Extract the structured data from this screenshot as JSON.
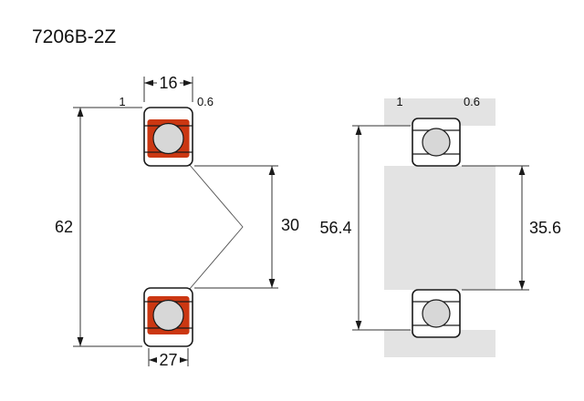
{
  "title": "7206B-2Z",
  "colors": {
    "seal_red": "#cb3712",
    "housing_gray": "#e3e3e3",
    "ball_gray": "#d7d7d7",
    "line_dark": "#1a1a1a"
  },
  "left_view": {
    "dim_width": "16",
    "dim_outer_diameter": "62",
    "dim_bore_diameter": "30",
    "dim_inner_width": "27",
    "chamfer_outer": "1",
    "chamfer_inner": "0.6"
  },
  "right_view": {
    "chamfer_outer": "1",
    "chamfer_inner": "0.6",
    "dim_housing_abutment": "56.4",
    "dim_shaft_abutment": "35.6"
  }
}
